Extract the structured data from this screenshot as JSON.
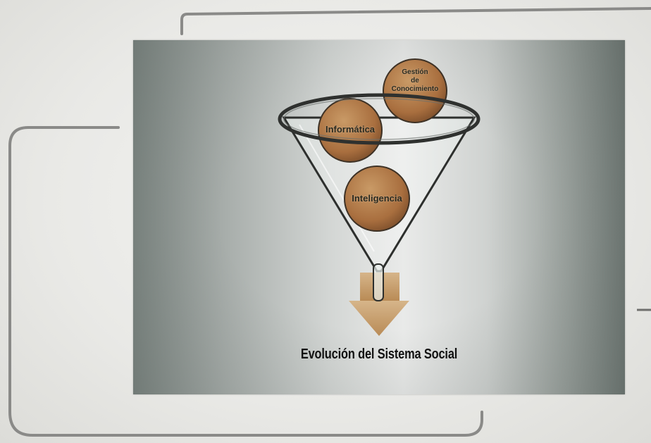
{
  "diagram": {
    "circles": [
      {
        "id": "gestion",
        "lines": [
          "Gestión",
          "de",
          "Conocimiento"
        ],
        "color": "#b07a4a"
      },
      {
        "id": "informatica",
        "lines": [
          "Informática"
        ],
        "color": "#b07a4a"
      },
      {
        "id": "inteligencia",
        "lines": [
          "Inteligencia"
        ],
        "color": "#b07a4a"
      }
    ],
    "arrow_color": "#c8a06a",
    "caption": "Evolución del Sistema Social"
  }
}
